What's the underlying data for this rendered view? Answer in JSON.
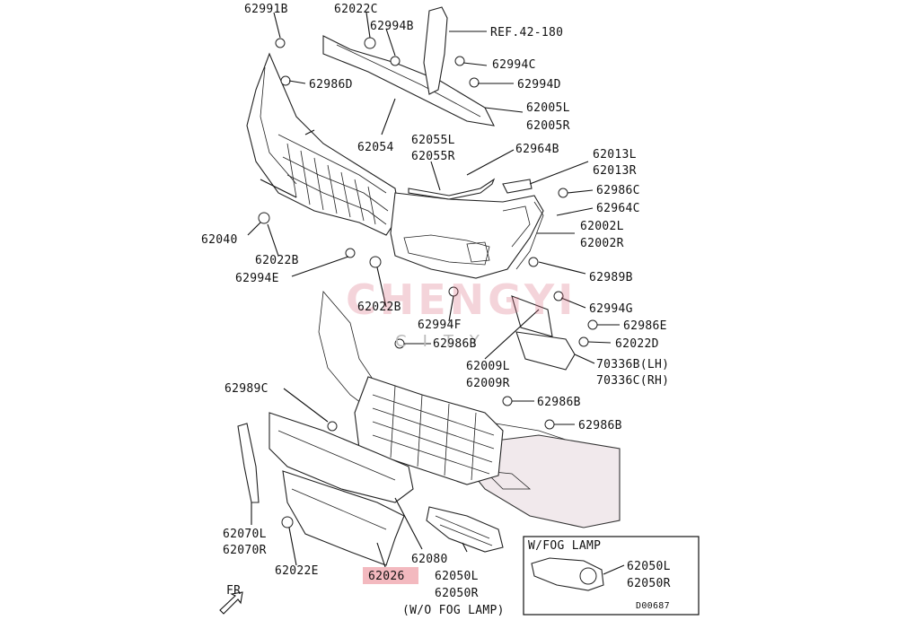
{
  "labels": {
    "l62991B": "62991B",
    "l62022C": "62022C",
    "l62994B": "62994B",
    "lREF": "REF.42-180",
    "l62994C": "62994C",
    "l62994D": "62994D",
    "l62986D": "62986D",
    "l62005L": "62005L",
    "l62005R": "62005R",
    "l62054": "62054",
    "l62055L": "62055L",
    "l62055R": "62055R",
    "l62964B": "62964B",
    "l62013L": "62013L",
    "l62013R": "62013R",
    "l62986C": "62986C",
    "l62964C": "62964C",
    "l62002L": "62002L",
    "l62002R": "62002R",
    "l62040": "62040",
    "l62022B_a": "62022B",
    "l62994E": "62994E",
    "l62022B_b": "62022B",
    "l62989B": "62989B",
    "l62994G": "62994G",
    "l62986E": "62986E",
    "l62994F": "62994F",
    "l62986B_a": "62986B",
    "l62022D": "62022D",
    "l62009L": "62009L",
    "l62009R": "62009R",
    "l70336B": "70336B(LH)",
    "l70336C": "70336C(RH)",
    "l62989C": "62989C",
    "l62986B_b": "62986B",
    "l62986B_c": "62986B",
    "l62070L": "62070L",
    "l62070R": "62070R",
    "l62022E": "62022E",
    "l62080": "62080",
    "l62026": "62026",
    "l62050L_a": "62050L",
    "l62050R_a": "62050R",
    "lWOFOG": "(W/O FOG LAMP)",
    "lWFOG": "W/FOG LAMP",
    "l62050L_b": "62050L",
    "l62050R_b": "62050R",
    "lFR": "FR",
    "lCODE": "D00687"
  },
  "watermark": {
    "main": "CHENGYI",
    "sub": "CITY"
  },
  "highlight_part": "62026",
  "colors": {
    "highlight": "#f3b9bf",
    "watermark": "#d9657a",
    "bumper_tint": "#f1e9ec"
  }
}
